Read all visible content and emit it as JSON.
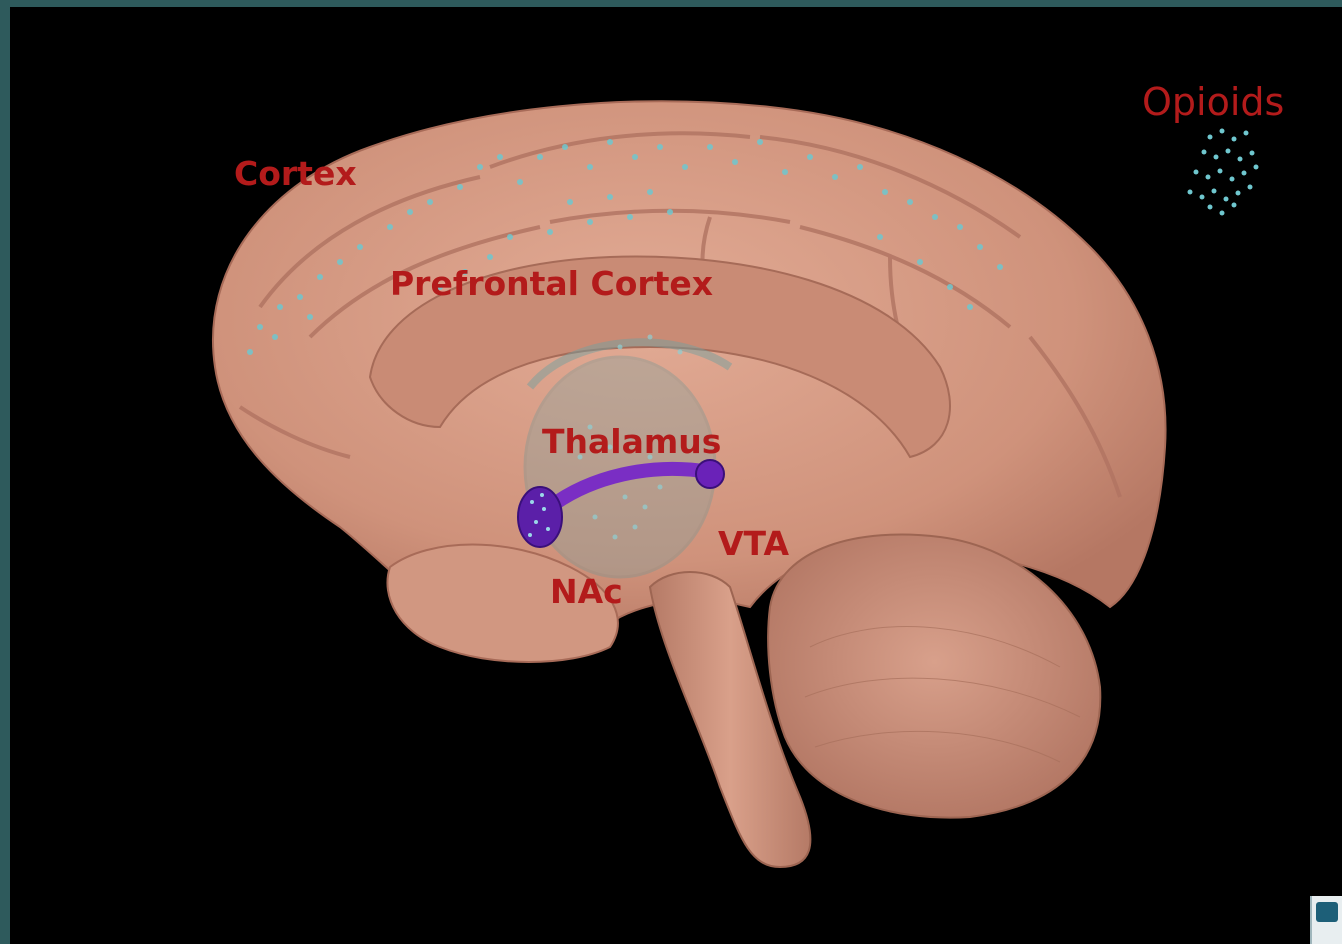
{
  "labels": {
    "cortex": "Cortex",
    "prefrontal_cortex": "Prefrontal Cortex",
    "thalamus": "Thalamus",
    "vta": "VTA",
    "nac": "NAc"
  },
  "legend": {
    "title": "Opioids",
    "icon": "receptor-dot-cluster-icon"
  },
  "colors": {
    "label": "#b31b1b",
    "brain": "#d49a84",
    "receptor_dots": "#6fc7cf",
    "pathway": "#7a2ec4",
    "frame": "#2e5a5c",
    "background": "#000000"
  }
}
